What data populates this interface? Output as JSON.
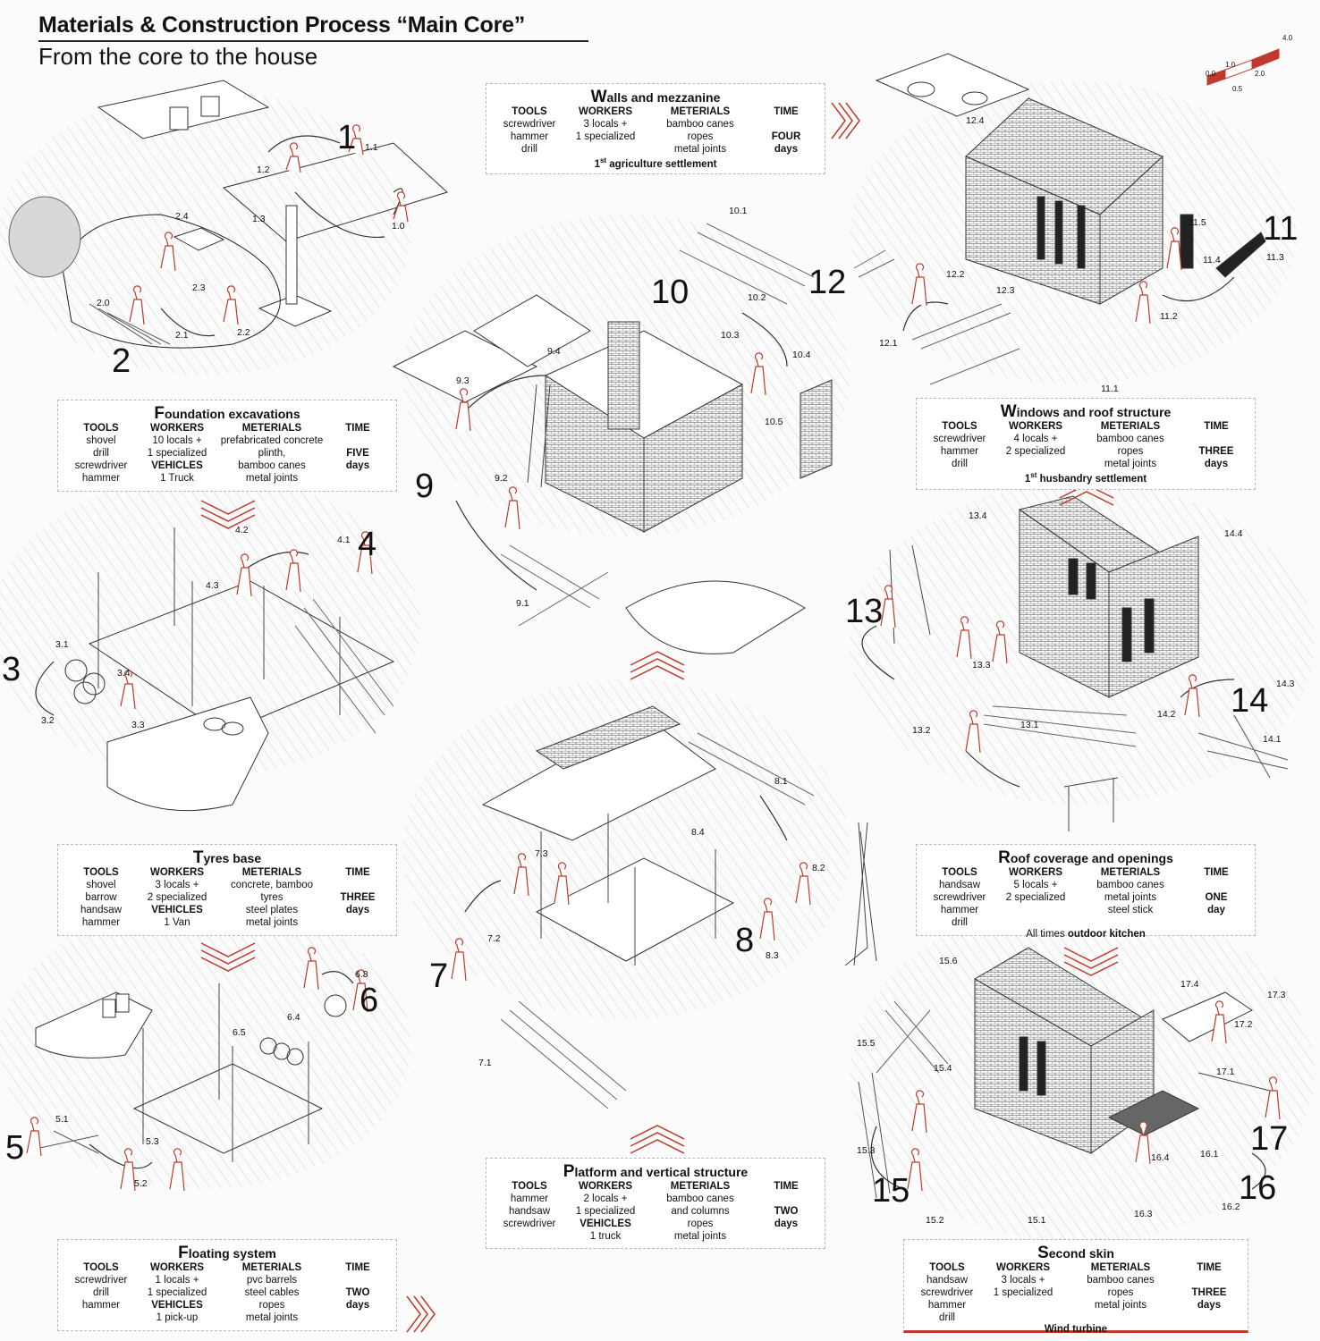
{
  "header": {
    "title": "Materials & Construction Process “Main Core”",
    "subtitle": "From the core to the house"
  },
  "scale_bar": {
    "labels": [
      "0.0",
      "0.5",
      "1.0",
      "2.0",
      "4.0"
    ]
  },
  "accent_color": "#c0392b",
  "steps": [
    {
      "id": "foundation",
      "cap": "F",
      "rest": "oundation excavations",
      "tools": [
        "shovel",
        "drill",
        "screwdriver",
        "hammer"
      ],
      "workers": [
        "10 locals +",
        "1 specialized"
      ],
      "vehicles": [
        "1 Truck"
      ],
      "materials": [
        "prefabricated concrete",
        "plinth,",
        "bamboo canes",
        "metal joints"
      ],
      "time": [
        "FIVE",
        "days"
      ],
      "note": ""
    },
    {
      "id": "tyres",
      "cap": "T",
      "rest": "yres base",
      "tools": [
        "shovel",
        "barrow",
        "handsaw",
        "hammer"
      ],
      "workers": [
        "3 locals +",
        "2 specialized"
      ],
      "vehicles": [
        "1 Van"
      ],
      "materials": [
        "concrete, bamboo",
        "tyres",
        "steel plates",
        "metal joints"
      ],
      "time": [
        "THREE",
        "days"
      ],
      "note": ""
    },
    {
      "id": "floating",
      "cap": "F",
      "rest": "loating system",
      "tools": [
        "screwdriver",
        "drill",
        "hammer"
      ],
      "workers": [
        "1 locals +",
        "1 specialized"
      ],
      "vehicles": [
        "1 pick-up"
      ],
      "materials": [
        "pvc barrels",
        "steel cables",
        "ropes",
        "metal joints"
      ],
      "time": [
        "TWO",
        "days"
      ],
      "note": ""
    },
    {
      "id": "walls",
      "cap": "W",
      "rest": "alls and mezzanine",
      "tools": [
        "screwdriver",
        "hammer",
        "drill"
      ],
      "workers": [
        "3 locals +",
        "1 specialized"
      ],
      "vehicles": [],
      "materials": [
        "bamboo canes",
        "ropes",
        "metal joints"
      ],
      "time": [
        "FOUR",
        "days"
      ],
      "note_sup": "st",
      "note_pre": "1",
      "note": " agriculture settlement"
    },
    {
      "id": "platform",
      "cap": "P",
      "rest": "latform and vertical structure",
      "tools": [
        "hammer",
        "handsaw",
        "screwdriver"
      ],
      "workers": [
        "2 locals +",
        "1 specialized"
      ],
      "vehicles": [
        "1 truck"
      ],
      "materials": [
        "bamboo canes",
        "and columns",
        "ropes",
        "metal joints"
      ],
      "time": [
        "TWO",
        "days"
      ],
      "note": ""
    },
    {
      "id": "windows",
      "cap": "W",
      "rest": "indows and roof structure",
      "tools": [
        "screwdriver",
        "hammer",
        "drill"
      ],
      "workers": [
        "4 locals +",
        "2 specialized"
      ],
      "vehicles": [],
      "materials": [
        "bamboo canes",
        "ropes",
        "metal joints"
      ],
      "time": [
        "THREE",
        "days"
      ],
      "note_sup": "st",
      "note_pre": "1",
      "note": " husbandry settlement"
    },
    {
      "id": "roof",
      "cap": "R",
      "rest": "oof coverage and openings",
      "tools": [
        "handsaw",
        "screwdriver",
        "hammer",
        "drill"
      ],
      "workers": [
        "5 locals +",
        "2 specialized"
      ],
      "vehicles": [],
      "materials": [
        "bamboo canes",
        "metal joints",
        "steel stick"
      ],
      "time": [
        "ONE",
        "day"
      ],
      "note_pre": "All times ",
      "note_bold": "outdoor kitchen"
    },
    {
      "id": "skin",
      "cap": "S",
      "rest": "econd skin",
      "tools": [
        "handsaw",
        "screwdriver",
        "hammer",
        "drill"
      ],
      "workers": [
        "3 locals +",
        "1 specialized"
      ],
      "vehicles": [],
      "materials": [
        "bamboo canes",
        "ropes",
        "metal joints"
      ],
      "time": [
        "THREE",
        "days"
      ],
      "note_bold": "Wind turbine"
    }
  ],
  "column_heads": {
    "tools": "TOOLS",
    "workers": "WORKERS",
    "vehicles": "VEHICLES",
    "materials": "METERIALS",
    "time": "TIME"
  },
  "big_numbers": [
    "1",
    "2",
    "3",
    "4",
    "5",
    "6",
    "7",
    "8",
    "9",
    "10",
    "11",
    "12",
    "13",
    "14",
    "15",
    "16",
    "17"
  ],
  "sub_labels": [
    "1.0",
    "1.1",
    "1.2",
    "1.3",
    "2.0",
    "2.1",
    "2.2",
    "2.3",
    "2.4",
    "3.1",
    "3.2",
    "3.3",
    "3.4",
    "4.1",
    "4.2",
    "4.3",
    "5.1",
    "5.2",
    "5.3",
    "6.3",
    "6.4",
    "6.5",
    "7.1",
    "7.2",
    "7.3",
    "8.1",
    "8.2",
    "8.3",
    "8.4",
    "9.1",
    "9.2",
    "9.3",
    "9.4",
    "10.1",
    "10.2",
    "10.3",
    "10.4",
    "10.5",
    "11.1",
    "11.2",
    "11.3",
    "11.4",
    "11.5",
    "12.1",
    "12.2",
    "12.3",
    "12.4",
    "13.1",
    "13.2",
    "13.3",
    "13.4",
    "14.1",
    "14.2",
    "14.3",
    "14.4",
    "15.1",
    "15.2",
    "15.3",
    "15.4",
    "15.5",
    "15.6",
    "16.1",
    "16.2",
    "16.3",
    "16.4",
    "17.1",
    "17.2",
    "17.3",
    "17.4"
  ]
}
